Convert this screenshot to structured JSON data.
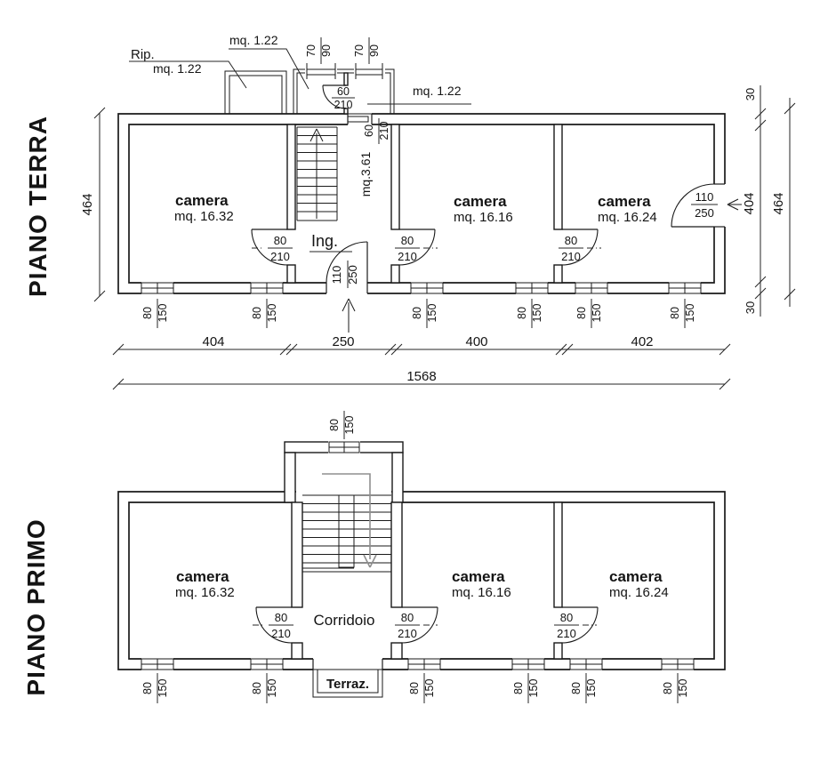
{
  "titles": {
    "ground_floor": "PIANO TERRA",
    "first_floor": "PIANO PRIMO"
  },
  "ground": {
    "rip_name": "Rip.",
    "rip_area": "mq. 1.22",
    "vestibule_left_area": "mq. 1.22",
    "vestibule_right_area": "mq. 1.22",
    "stairwell_area": "mq.3.61",
    "entrance_label": "Ing.",
    "rooms": [
      {
        "name": "camera",
        "area": "mq. 16.32"
      },
      {
        "name": "camera",
        "area": "mq. 16.16"
      },
      {
        "name": "camera",
        "area": "mq. 16.24"
      }
    ]
  },
  "first": {
    "corridor_label": "Corridoio",
    "terrace_label": "Terraz.",
    "rooms": [
      {
        "name": "camera",
        "area": "mq. 16.32"
      },
      {
        "name": "camera",
        "area": "mq. 16.16"
      },
      {
        "name": "camera",
        "area": "mq. 16.24"
      }
    ]
  },
  "doors": {
    "d60": {
      "w": "60",
      "h": "210"
    },
    "d80": {
      "w": "80",
      "h": "210"
    },
    "d110": {
      "w": "110",
      "h": "250"
    }
  },
  "windows": {
    "w70": {
      "w": "70",
      "h": "90"
    },
    "w80": {
      "w": "80",
      "h": "150"
    }
  },
  "dims": {
    "total_height": "464",
    "wall_thickness": "30",
    "inner_height": "404",
    "bottom_segments": [
      "404",
      "250",
      "400",
      "402"
    ],
    "total_width": "1568"
  }
}
